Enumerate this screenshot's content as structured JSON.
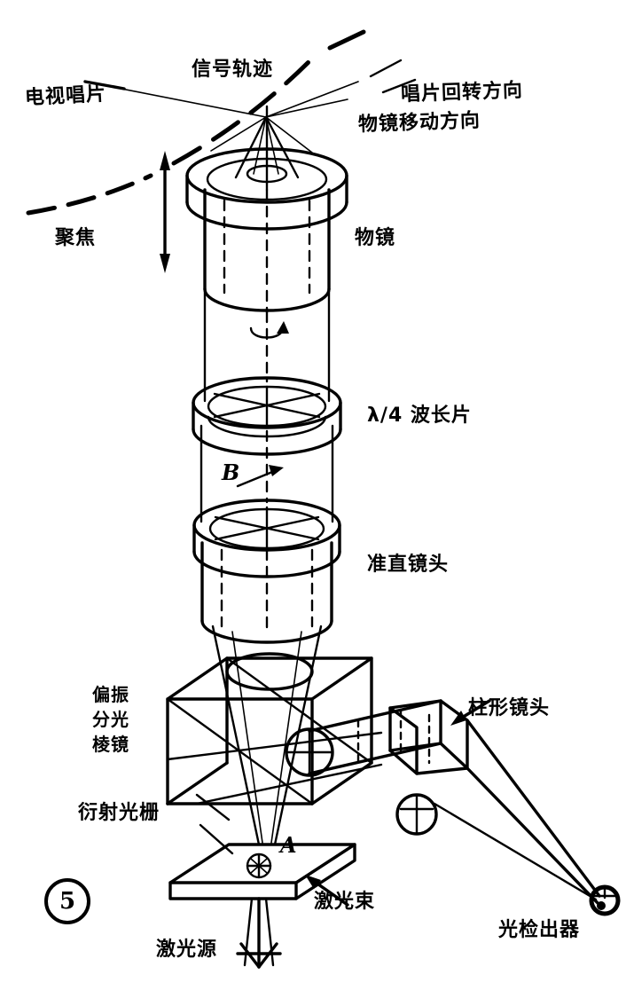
{
  "figure": {
    "number": "5",
    "subject": "optical-pickup-head-diagram",
    "language": "zh"
  },
  "labels": {
    "tv_disc": "电视唱片",
    "signal_track": "信号轨迹",
    "disc_rotation_direction": "唱片回转方向",
    "objective_move_direction": "物镜移动方向",
    "focus": "聚焦",
    "objective_lens": "物镜",
    "quarter_wave_plate": "λ/4 波长片",
    "collimator_lens": "准直镜头",
    "polarizing_beam_splitter_line1": "偏振",
    "polarizing_beam_splitter_line2": "分光",
    "polarizing_beam_splitter_line3": "棱镜",
    "diffraction_grating": "衍射光栅",
    "cylindrical_lens": "柱形镜头",
    "laser_beam": "激光束",
    "laser_source": "激光源",
    "photodetector": "光检出器",
    "point_a": "A",
    "point_b": "B"
  },
  "colors": {
    "ink": "#000000",
    "background": "#ffffff"
  }
}
